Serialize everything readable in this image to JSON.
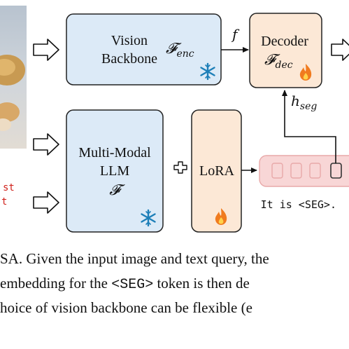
{
  "figure": {
    "vision_backbone": {
      "line1": "Vision",
      "line2": "Backbone",
      "symbol": "𝓕",
      "symbol_sub": "enc",
      "status_icon": "snowflake-icon"
    },
    "decoder": {
      "title": "Decoder",
      "symbol": "𝓕",
      "symbol_sub": "dec",
      "status_icon": "flame-icon"
    },
    "mllm": {
      "line1": "Multi-Modal",
      "line2": "LLM",
      "symbol": "𝓕",
      "status_icon": "snowflake-icon"
    },
    "lora": {
      "label": "LoRA",
      "status_icon": "flame-icon"
    },
    "plus_sign": "+",
    "f_label": "f",
    "h_seg": {
      "base": "h",
      "sub": "seg"
    },
    "token_text": "It is <SEG>.",
    "input_image_text": {
      "line1": "st",
      "line2": "t"
    },
    "colors": {
      "blue_fill": "#dceaf7",
      "orange_fill": "#fce8d6",
      "token_fill": "#f8d6d6",
      "token_border": "#e8a9a9",
      "snowflake": "#1d7fb8",
      "flame": "#f07b1f",
      "red_text": "#d0201a"
    }
  },
  "caption": {
    "line1_a": "SA. Given the input image and text query, the",
    "line2_a": "embedding for the ",
    "line2_seg": "<SEG>",
    "line2_b": " token is then de",
    "line3_a": "hoice of vision backbone can be flexible (e"
  }
}
